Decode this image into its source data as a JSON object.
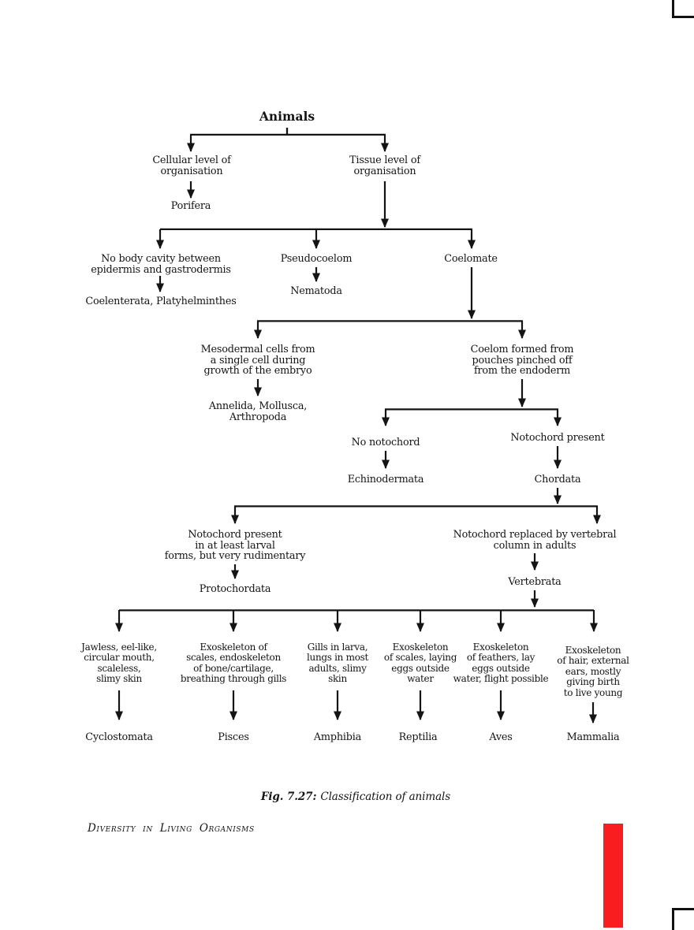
{
  "page": {
    "caption_label": "Fig. 7.27:",
    "caption_text": "Classification of animals",
    "footer": "Diversity in Living Organisms"
  },
  "colors": {
    "ink": "#141414",
    "red_margin_bar": "#f91d1f",
    "paper": "#ffffff"
  },
  "nodes": {
    "animals": "Animals",
    "cellular_level": "Cellular level of\norganisation",
    "porifera": "Porifera",
    "tissue_level": "Tissue level of\norganisation",
    "no_body_cavity": "No body cavity between\nepidermis and gastrodermis",
    "coelenterata": "Coelenterata, Platyhelminthes",
    "pseudocoelom": "Pseudocoelom",
    "nematoda": "Nematoda",
    "coelomate": "Coelomate",
    "mesodermal": "Mesodermal cells from\na single cell during\ngrowth of the embryo",
    "annelida": "Annelida, Mollusca,\nArthropoda",
    "coelom_formed": "Coelom formed from\npouches pinched off\nfrom the endoderm",
    "no_notochord": "No notochord",
    "echinodermata": "Echinodermata",
    "notochord_present": "Notochord present",
    "chordata": "Chordata",
    "notochord_larval": "Notochord present\nin at least larval\nforms, but very rudimentary",
    "protochordata": "Protochordata",
    "notochord_replaced": "Notochord replaced by vertebral\ncolumn in adults",
    "vertebrata": "Vertebrata",
    "desc_cyclostomata": "Jawless, eel-like,\ncircular mouth,\nscaleless,\nslimy skin",
    "desc_pisces": "Exoskeleton of\nscales, endoskeleton\nof bone/cartilage,\nbreathing through gills",
    "desc_amphibia": "Gills in larva,\nlungs in most\nadults, slimy\nskin",
    "desc_reptilia": "Exoskeleton\nof scales, laying\neggs outside\nwater",
    "desc_aves": "Exoskeleton\nof feathers, lay\neggs outside\nwater, flight possible",
    "desc_mammalia": "Exoskeleton\nof hair, external\nears, mostly\ngiving birth\nto live young",
    "cyclostomata": "Cyclostomata",
    "pisces": "Pisces",
    "amphibia": "Amphibia",
    "reptilia": "Reptilia",
    "aves": "Aves",
    "mammalia": "Mammalia"
  },
  "edges": [
    [
      "animals",
      "cellular_level"
    ],
    [
      "animals",
      "tissue_level"
    ],
    [
      "cellular_level",
      "porifera"
    ],
    [
      "tissue_level",
      "no_body_cavity"
    ],
    [
      "tissue_level",
      "pseudocoelom"
    ],
    [
      "tissue_level",
      "coelomate"
    ],
    [
      "no_body_cavity",
      "coelenterata"
    ],
    [
      "pseudocoelom",
      "nematoda"
    ],
    [
      "coelomate",
      "mesodermal"
    ],
    [
      "coelomate",
      "coelom_formed"
    ],
    [
      "mesodermal",
      "annelida"
    ],
    [
      "coelom_formed",
      "no_notochord"
    ],
    [
      "coelom_formed",
      "notochord_present"
    ],
    [
      "no_notochord",
      "echinodermata"
    ],
    [
      "notochord_present",
      "chordata"
    ],
    [
      "chordata",
      "notochord_larval"
    ],
    [
      "chordata",
      "notochord_replaced"
    ],
    [
      "notochord_larval",
      "protochordata"
    ],
    [
      "notochord_replaced",
      "vertebrata"
    ],
    [
      "vertebrata",
      "desc_cyclostomata"
    ],
    [
      "vertebrata",
      "desc_pisces"
    ],
    [
      "vertebrata",
      "desc_amphibia"
    ],
    [
      "vertebrata",
      "desc_reptilia"
    ],
    [
      "vertebrata",
      "desc_aves"
    ],
    [
      "vertebrata",
      "desc_mammalia"
    ],
    [
      "desc_cyclostomata",
      "cyclostomata"
    ],
    [
      "desc_pisces",
      "pisces"
    ],
    [
      "desc_amphibia",
      "amphibia"
    ],
    [
      "desc_reptilia",
      "reptilia"
    ],
    [
      "desc_aves",
      "aves"
    ],
    [
      "desc_mammalia",
      "mammalia"
    ]
  ]
}
